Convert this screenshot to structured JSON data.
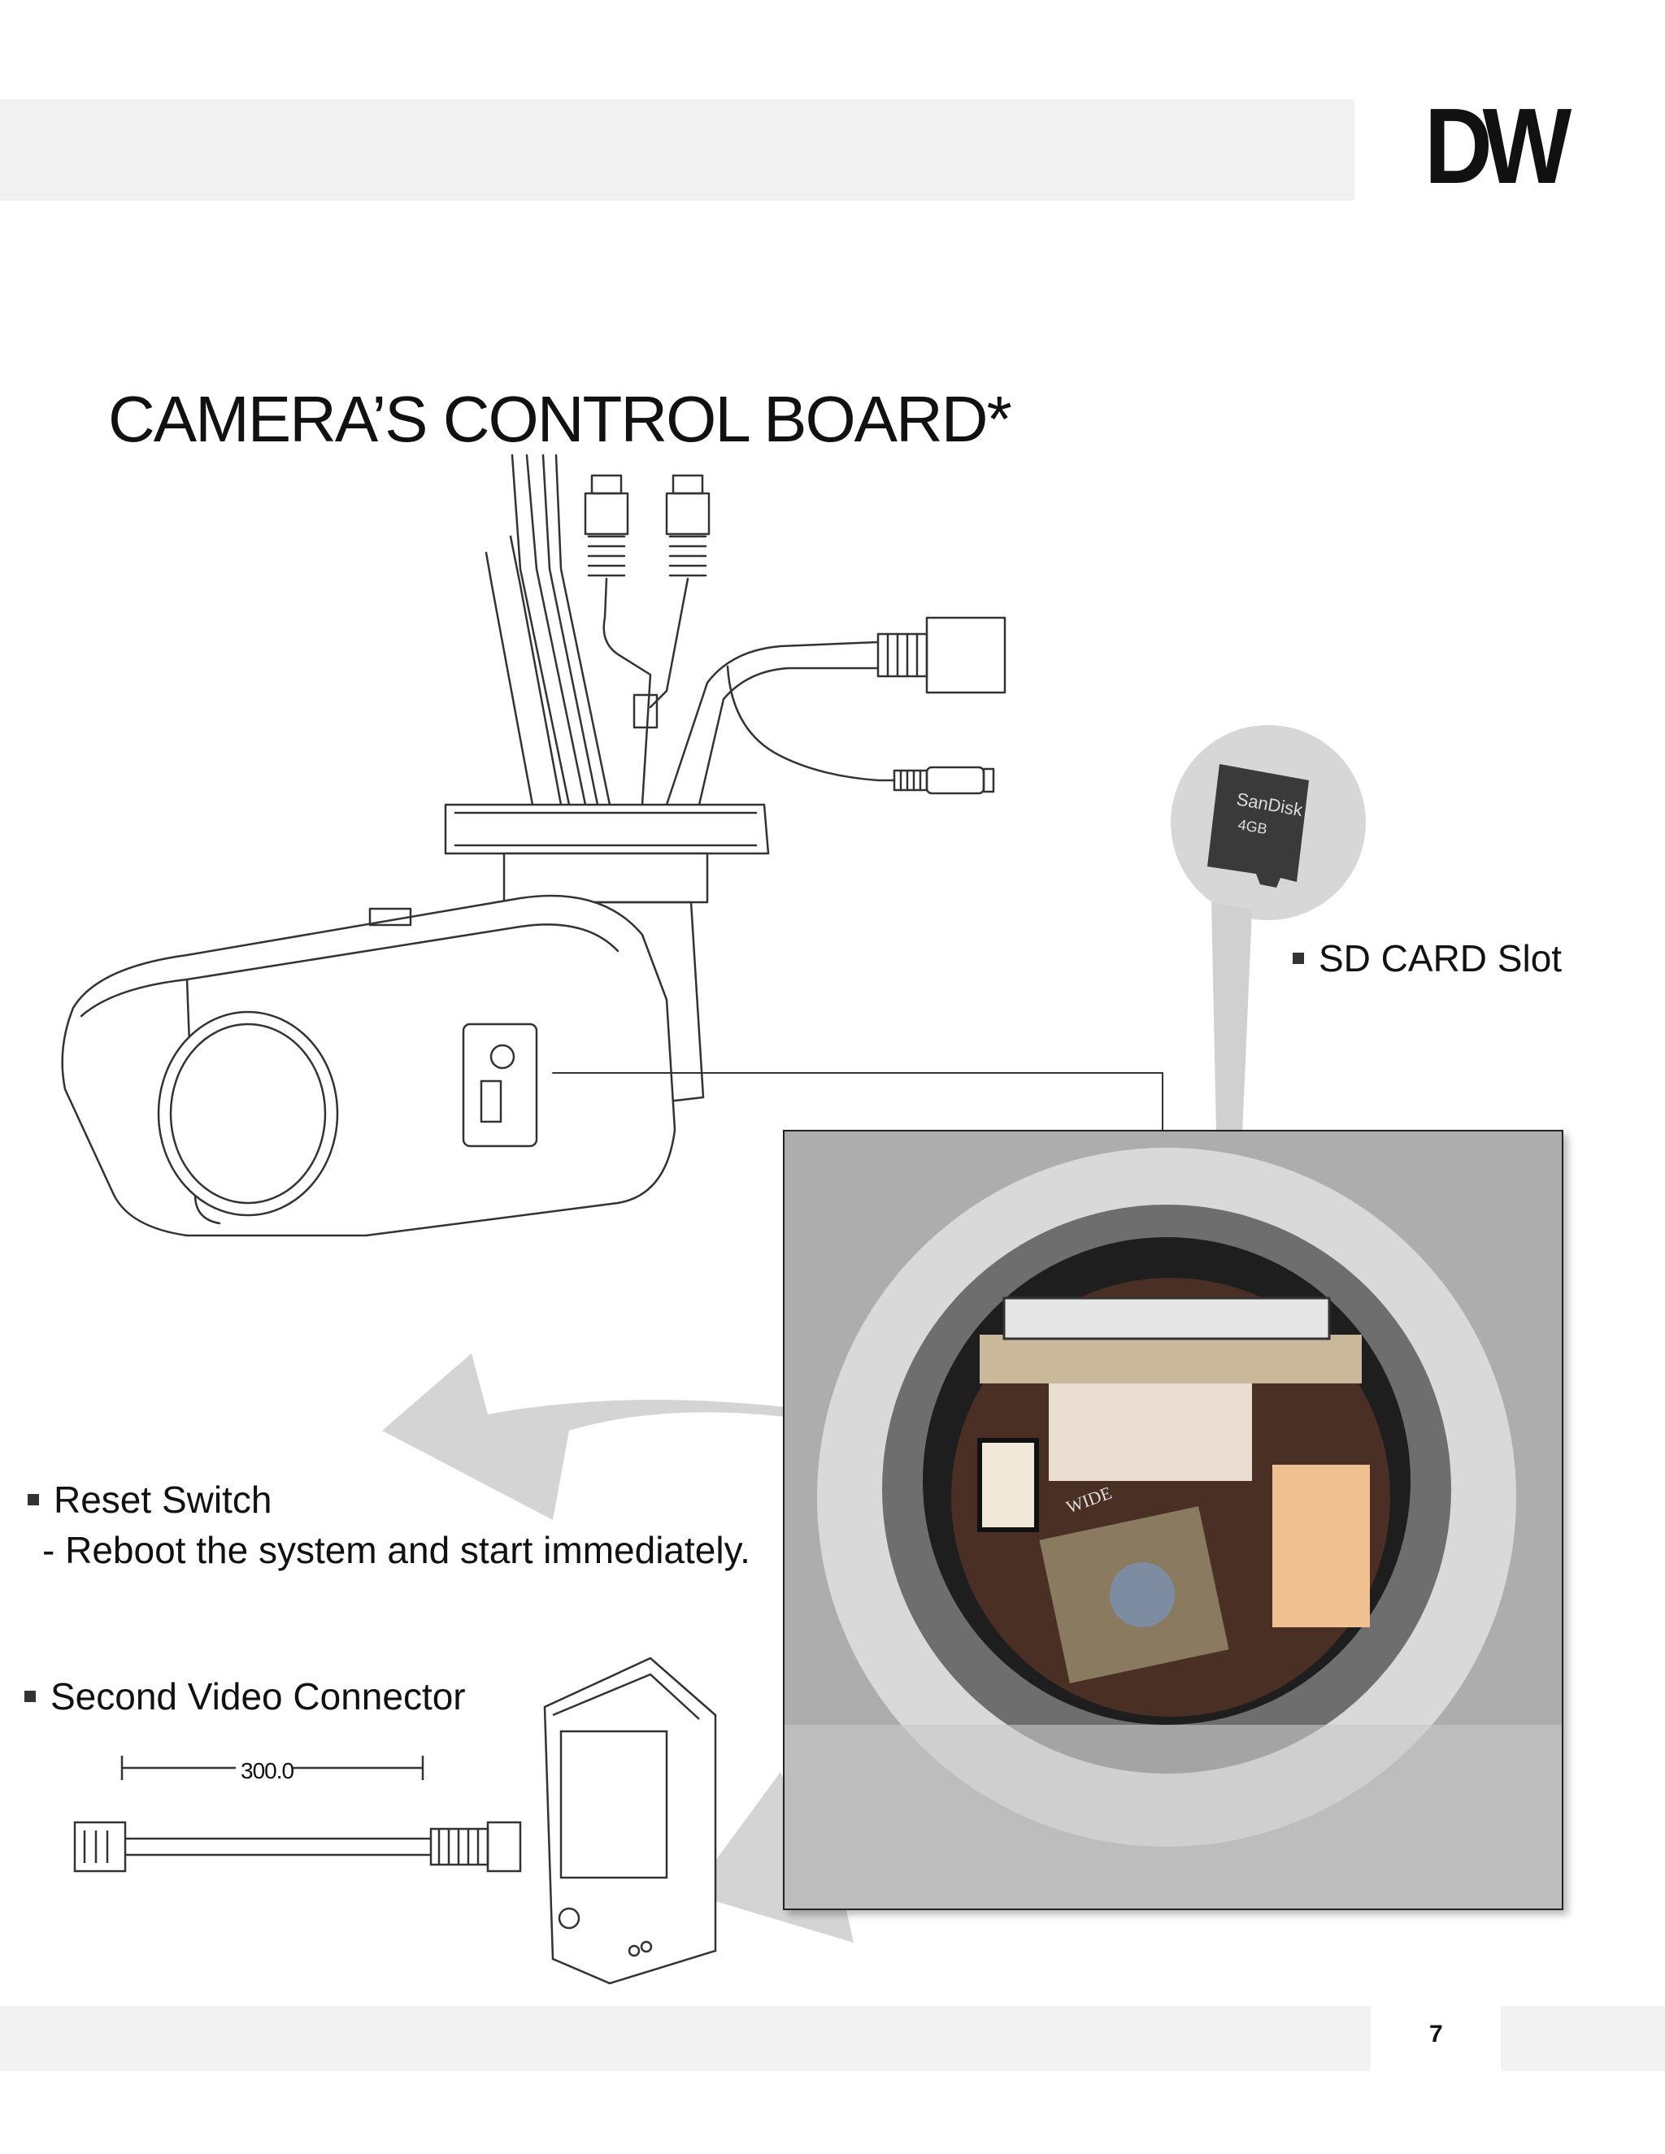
{
  "header": {
    "logo_text": "DW"
  },
  "page_title": "CAMERA’S CONTROL BOARD*",
  "callouts": {
    "sd_card": "SD CARD Slot",
    "reset_switch": "Reset Switch",
    "reset_desc": "- Reboot the system and start immediately.",
    "second_video": "Second Video Connector"
  },
  "sd_card_label": {
    "brand": "SanDisk",
    "capacity": "4GB"
  },
  "board_label": "WIDE",
  "dimension": "300.0",
  "footer": {
    "page_number": "7"
  }
}
